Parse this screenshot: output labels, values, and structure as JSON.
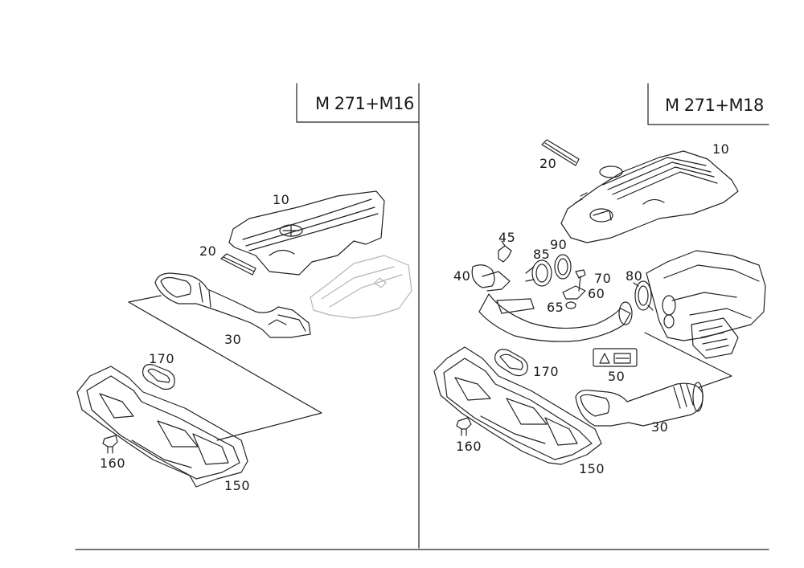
{
  "left_panel": {
    "title": "M 271+M16",
    "labels": {
      "p10": "10",
      "p20": "20",
      "p30": "30",
      "p170": "170",
      "p160": "160",
      "p150": "150"
    }
  },
  "right_panel": {
    "title": "M 271+M18",
    "labels": {
      "p10": "10",
      "p20": "20",
      "p45": "45",
      "p85": "85",
      "p90": "90",
      "p40": "40",
      "p70": "70",
      "p80": "80",
      "p60": "60",
      "p65": "65",
      "p170": "170",
      "p50": "50",
      "p30": "30",
      "p160": "160",
      "p150": "150"
    }
  }
}
